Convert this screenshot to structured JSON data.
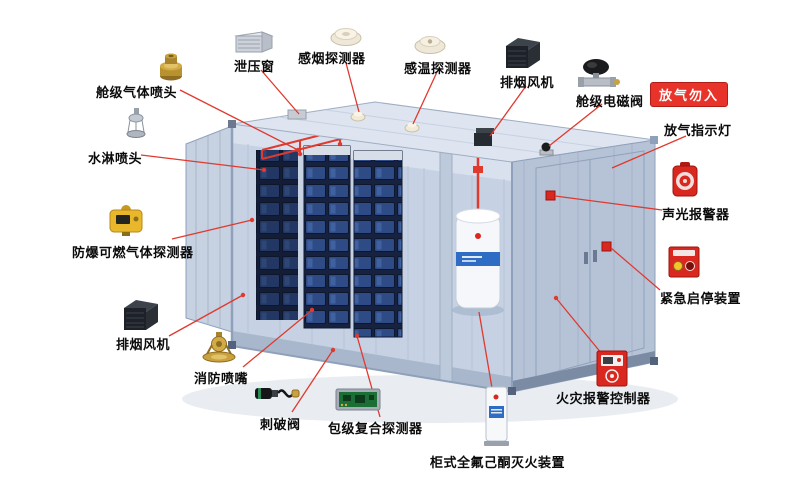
{
  "badge": {
    "text": "放气勿入",
    "bg": "#e8332b",
    "fg": "#ffffff"
  },
  "labels": [
    {
      "id": "cabin-gas-nozzle",
      "text": "舱级气体喷头",
      "icon": "brass-nozzle-icon"
    },
    {
      "id": "pressure-relief-window",
      "text": "泄压窗",
      "icon": "louver-window-icon"
    },
    {
      "id": "smoke-detector",
      "text": "感烟探测器",
      "icon": "smoke-detector-icon"
    },
    {
      "id": "heat-detector",
      "text": "感温探测器",
      "icon": "heat-detector-icon"
    },
    {
      "id": "exhaust-fan-roof",
      "text": "排烟风机",
      "icon": "exhaust-fan-icon"
    },
    {
      "id": "cabin-solenoid-valve",
      "text": "舱级电磁阀",
      "icon": "solenoid-valve-icon"
    },
    {
      "id": "gas-release-indicator",
      "text": "放气指示灯",
      "icon": "gas-release-sign"
    },
    {
      "id": "water-spray-nozzle",
      "text": "水淋喷头",
      "icon": "sprinkler-icon"
    },
    {
      "id": "sound-light-alarm",
      "text": "声光报警器",
      "icon": "strobe-alarm-icon"
    },
    {
      "id": "explosion-proof-gas-detector",
      "text": "防爆可燃气体探测器",
      "icon": "gas-detector-icon"
    },
    {
      "id": "emergency-start-stop",
      "text": "紧急启停装置",
      "icon": "emergency-stop-icon"
    },
    {
      "id": "exhaust-fan-left",
      "text": "排烟风机",
      "icon": "exhaust-fan-icon"
    },
    {
      "id": "fire-nozzle",
      "text": "消防喷嘴",
      "icon": "fire-sprinkler-icon"
    },
    {
      "id": "puncture-valve",
      "text": "刺破阀",
      "icon": "puncture-valve-icon"
    },
    {
      "id": "pack-composite-detector",
      "text": "包级复合探测器",
      "icon": "pcb-detector-icon"
    },
    {
      "id": "cabinet-extinguisher",
      "text": "柜式全氟己酮灭火装置",
      "icon": "extinguisher-cabinet-icon"
    },
    {
      "id": "fire-alarm-controller",
      "text": "火灾报警控制器",
      "icon": "fire-alarm-panel-icon"
    }
  ],
  "colors": {
    "leader_line": "#e0392e",
    "pipe_red": "#e0392e",
    "alarm_red": "#d8281f",
    "container_light": "#dee5f0",
    "container_mid": "#b6c3d7",
    "interior": "#c6d2e3",
    "battery_blue": "#2f4c88",
    "brass": "#c9a23f"
  }
}
